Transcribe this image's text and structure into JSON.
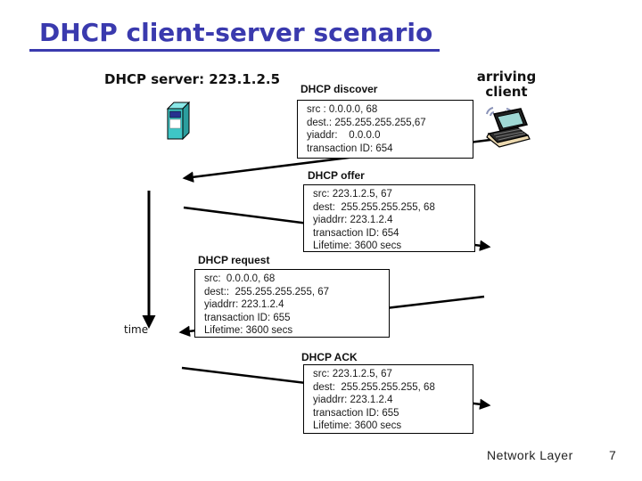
{
  "slide": {
    "title": "DHCP client-server scenario",
    "footer": {
      "section": "Network Layer",
      "page": "7"
    }
  },
  "actors": {
    "server_label": "DHCP server: 223.1.2.5",
    "client_label_line1": "arriving",
    "client_label_line2": "client",
    "time_label": "time"
  },
  "icons": {
    "server": "server-tower-icon",
    "client": "wireless-laptop-icon"
  },
  "messages": [
    {
      "name": "DHCP discover",
      "direction": "client-to-server",
      "lines": [
        "src : 0.0.0.0, 68",
        "dest.: 255.255.255.255,67",
        "yiaddr:    0.0.0.0",
        "transaction ID: 654"
      ]
    },
    {
      "name": "DHCP offer",
      "direction": "server-to-client",
      "lines": [
        "src: 223.1.2.5, 67",
        "dest:  255.255.255.255, 68",
        "yiaddrr: 223.1.2.4",
        "transaction ID: 654",
        "Lifetime: 3600 secs"
      ]
    },
    {
      "name": "DHCP request",
      "direction": "client-to-server",
      "lines": [
        "src:  0.0.0.0, 68",
        "dest::  255.255.255.255, 67",
        "yiaddrr: 223.1.2.4",
        "transaction ID: 655",
        "Lifetime: 3600 secs"
      ]
    },
    {
      "name": "DHCP ACK",
      "direction": "server-to-client",
      "lines": [
        "src: 223.1.2.5, 67",
        "dest:  255.255.255.255, 68",
        "yiaddrr: 223.1.2.4",
        "transaction ID: 655",
        "Lifetime: 3600 secs"
      ]
    }
  ],
  "colors": {
    "title_blue": "#3a3aae",
    "arrow_black": "#000000",
    "server_teal": "#3ec6c6",
    "laptop_screen_teal": "#9fd8d4",
    "box_border": "#000000"
  }
}
